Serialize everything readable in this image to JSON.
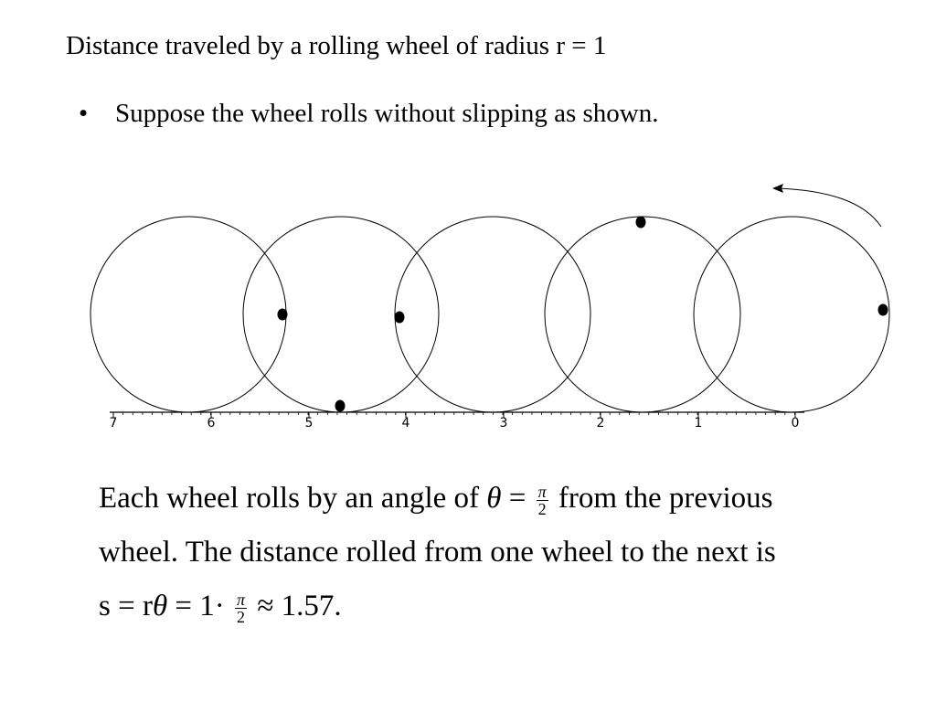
{
  "title": "Distance traveled by a rolling wheel of radius r = 1",
  "bullet": {
    "text": "Suppose the wheel rolls without slipping as shown."
  },
  "diagram": {
    "axis_ticks": [
      "7",
      "6",
      "5",
      "4",
      "3",
      "2",
      "1",
      "0"
    ],
    "wheel_count": 5,
    "rotation_direction": "counterclockwise-arrow"
  },
  "explanation": {
    "line1_a": "Each wheel rolls by an angle of",
    "theta": "θ",
    "equals": "=",
    "pi": "π",
    "two": "2",
    "line1_b": "from the previous",
    "line2": "wheel.  The distance rolled from one wheel to the next is",
    "line3_a": "s = r",
    "line3_b": "= 1·",
    "line3_c": "≈ 1.57."
  }
}
